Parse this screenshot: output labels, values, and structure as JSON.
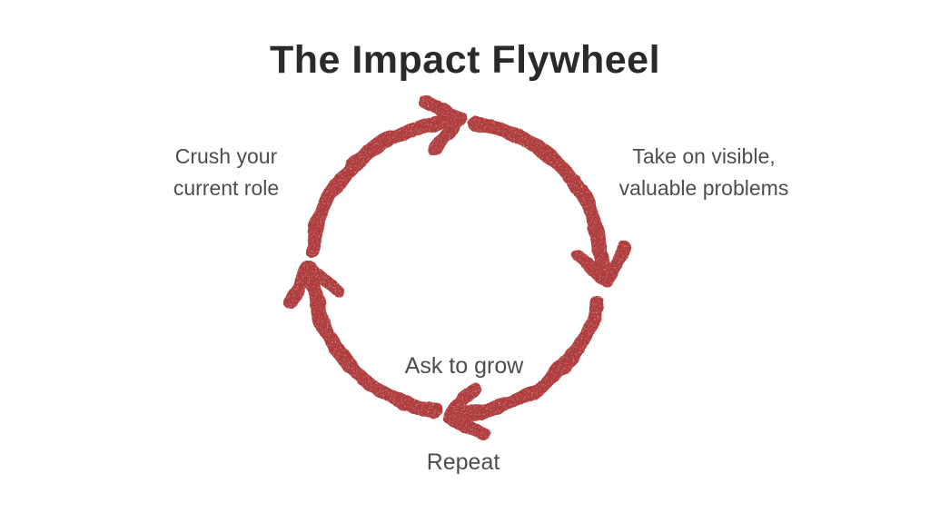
{
  "page": {
    "background_color": "#ffffff"
  },
  "title": {
    "text": "The Impact Flywheel",
    "color": "#2a2a2a"
  },
  "flywheel": {
    "type": "cycle-diagram",
    "direction": "clockwise",
    "arrow_color": "#b03e3c",
    "arrow_style": "hand-drawn-brush",
    "label_color": "#4d4d4d",
    "steps": [
      {
        "id": "crush-current-role",
        "placement": "upper-left",
        "lines": [
          "Crush your",
          "current role"
        ]
      },
      {
        "id": "take-on-problems",
        "placement": "upper-right",
        "lines": [
          "Take on visible,",
          "valuable problems"
        ]
      },
      {
        "id": "ask-to-grow",
        "placement": "bottom-inside",
        "lines": [
          "Ask to grow"
        ]
      },
      {
        "id": "repeat",
        "placement": "bottom-below",
        "lines": [
          "Repeat"
        ]
      }
    ]
  }
}
